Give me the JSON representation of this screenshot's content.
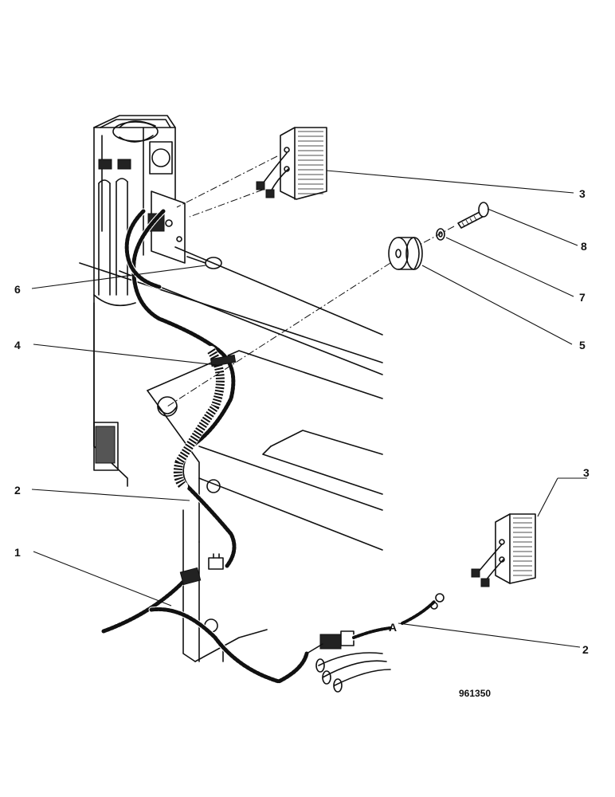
{
  "callouts": {
    "c1": "1",
    "c2a": "2",
    "c2b": "2",
    "c3a": "3",
    "c3b": "3",
    "c4": "4",
    "c5": "5",
    "c6": "6",
    "c7": "7",
    "c8": "8",
    "a": "A"
  },
  "reference_number": "961350"
}
